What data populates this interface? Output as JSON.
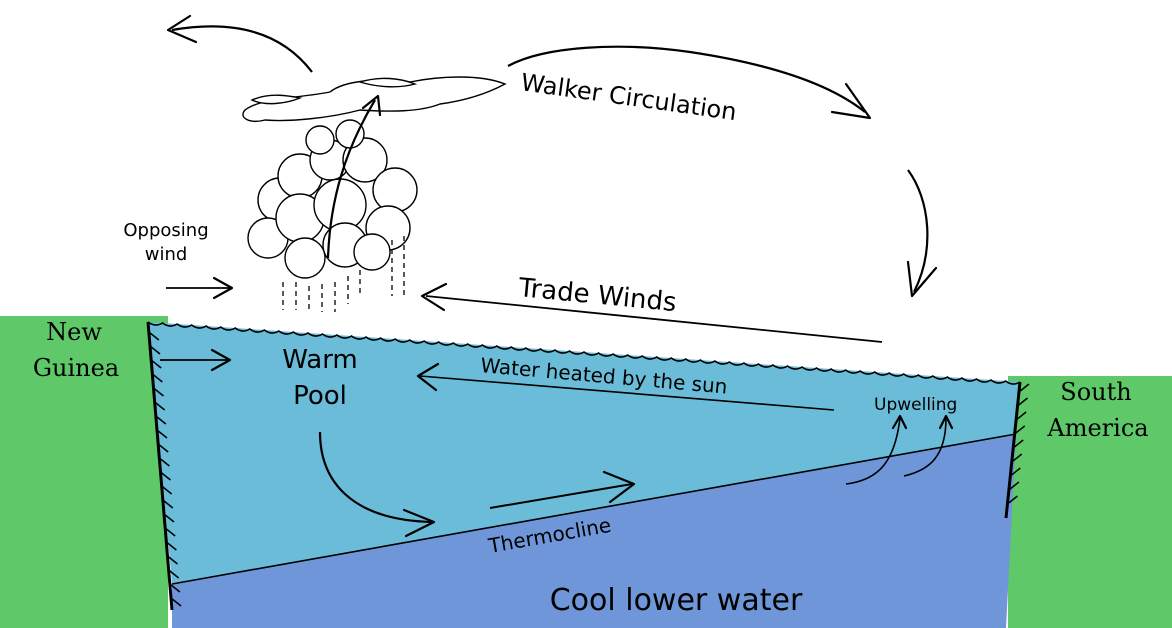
{
  "labels": {
    "walker_circulation": "Walker Circulation",
    "trade_winds": "Trade Winds",
    "opposing_wind_line1": "Opposing",
    "opposing_wind_line2": "wind",
    "new_guinea_line1": "New",
    "new_guinea_line2": "Guinea",
    "south_america_line1": "South",
    "south_america_line2": "America",
    "warm_pool_line1": "Warm",
    "warm_pool_line2": "Pool",
    "water_heated": "Water heated by the sun",
    "upwelling": "Upwelling",
    "thermocline": "Thermocline",
    "cool_lower_water": "Cool lower water"
  },
  "colors": {
    "land": "#5fc96a",
    "warm_water": "#6bbcd9",
    "cool_water": "#6e96d8",
    "outline": "#000000",
    "background": "#ffffff"
  }
}
